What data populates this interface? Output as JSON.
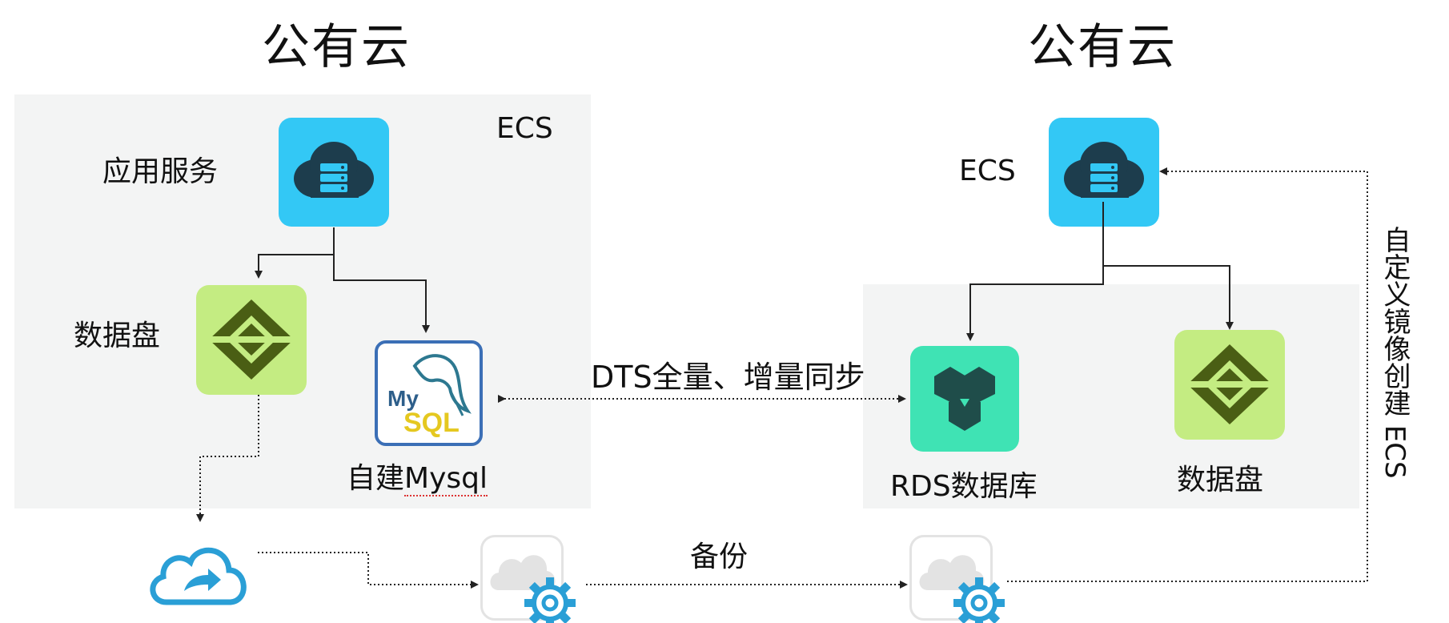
{
  "left_cloud": {
    "title": "公有云",
    "ecs_label": "ECS",
    "app_service_label": "应用服务",
    "data_disk_label": "数据盘",
    "mysql_label": "自建",
    "mysql_label_suffix": "Mysql",
    "mysql_logo_top": "My",
    "mysql_logo_bottom": "SQL"
  },
  "right_cloud": {
    "title": "公有云",
    "ecs_label": "ECS",
    "rds_label": "RDS数据库",
    "data_disk_label": "数据盘"
  },
  "connectors": {
    "dts_label": "DTS全量、增量同步",
    "backup_label": "备份",
    "custom_image_label": "自定义镜像创建 ECS"
  },
  "colors": {
    "ecs_tile": "#33c8f5",
    "data_disk_tile": "#c4ec82",
    "rds_tile": "#3fe3b4",
    "panel": "#f3f4f4",
    "dark_icon": "#1d3d4d",
    "disk_icon": "#4a5e14"
  },
  "icons": [
    "cloud-server-icon",
    "data-disk-icon",
    "mysql-logo-icon",
    "rds-database-icon",
    "cloud-upload-icon",
    "snapshot-gear-icon"
  ]
}
